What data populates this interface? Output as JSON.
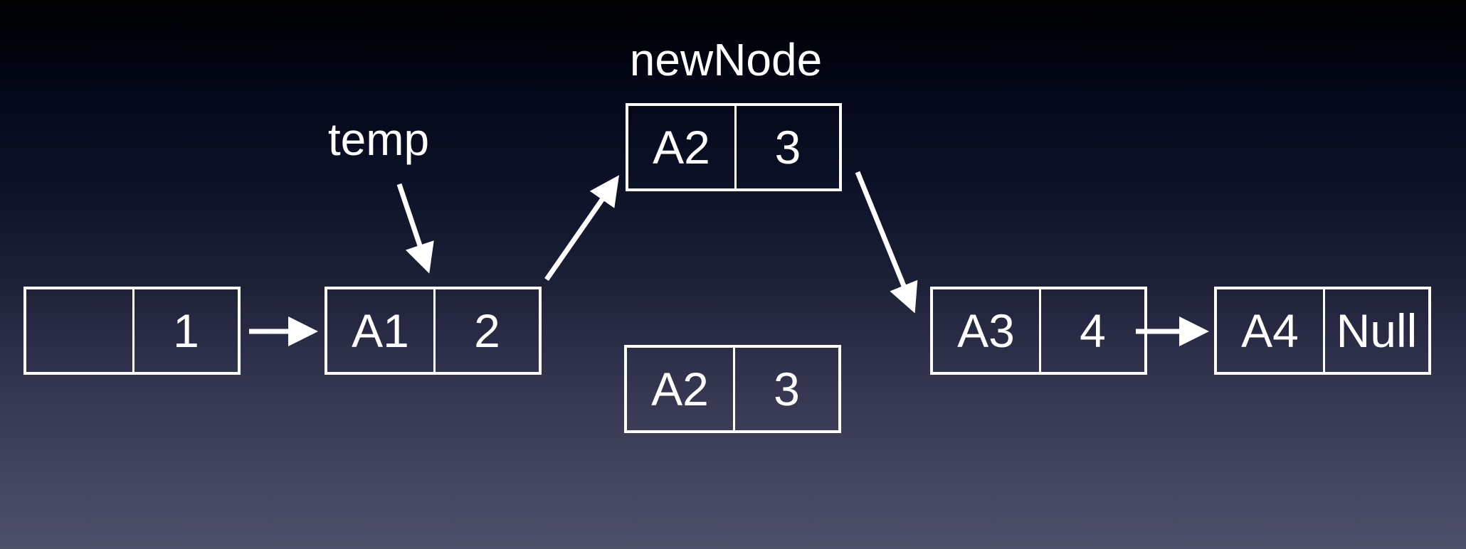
{
  "labels": {
    "new_node": "newNode",
    "temp": "temp"
  },
  "nodes": {
    "head": {
      "address": "",
      "value": "1"
    },
    "a1": {
      "address": "A1",
      "value": "2"
    },
    "new_node": {
      "address": "A2",
      "value": "3"
    },
    "a2_original": {
      "address": "A2",
      "value": "3"
    },
    "a3": {
      "address": "A3",
      "value": "4"
    },
    "a4": {
      "address": "A4",
      "value": "Null"
    }
  },
  "colors": {
    "background_top": "#000000",
    "background_bottom": "#4f5069",
    "foreground": "#ffffff"
  }
}
